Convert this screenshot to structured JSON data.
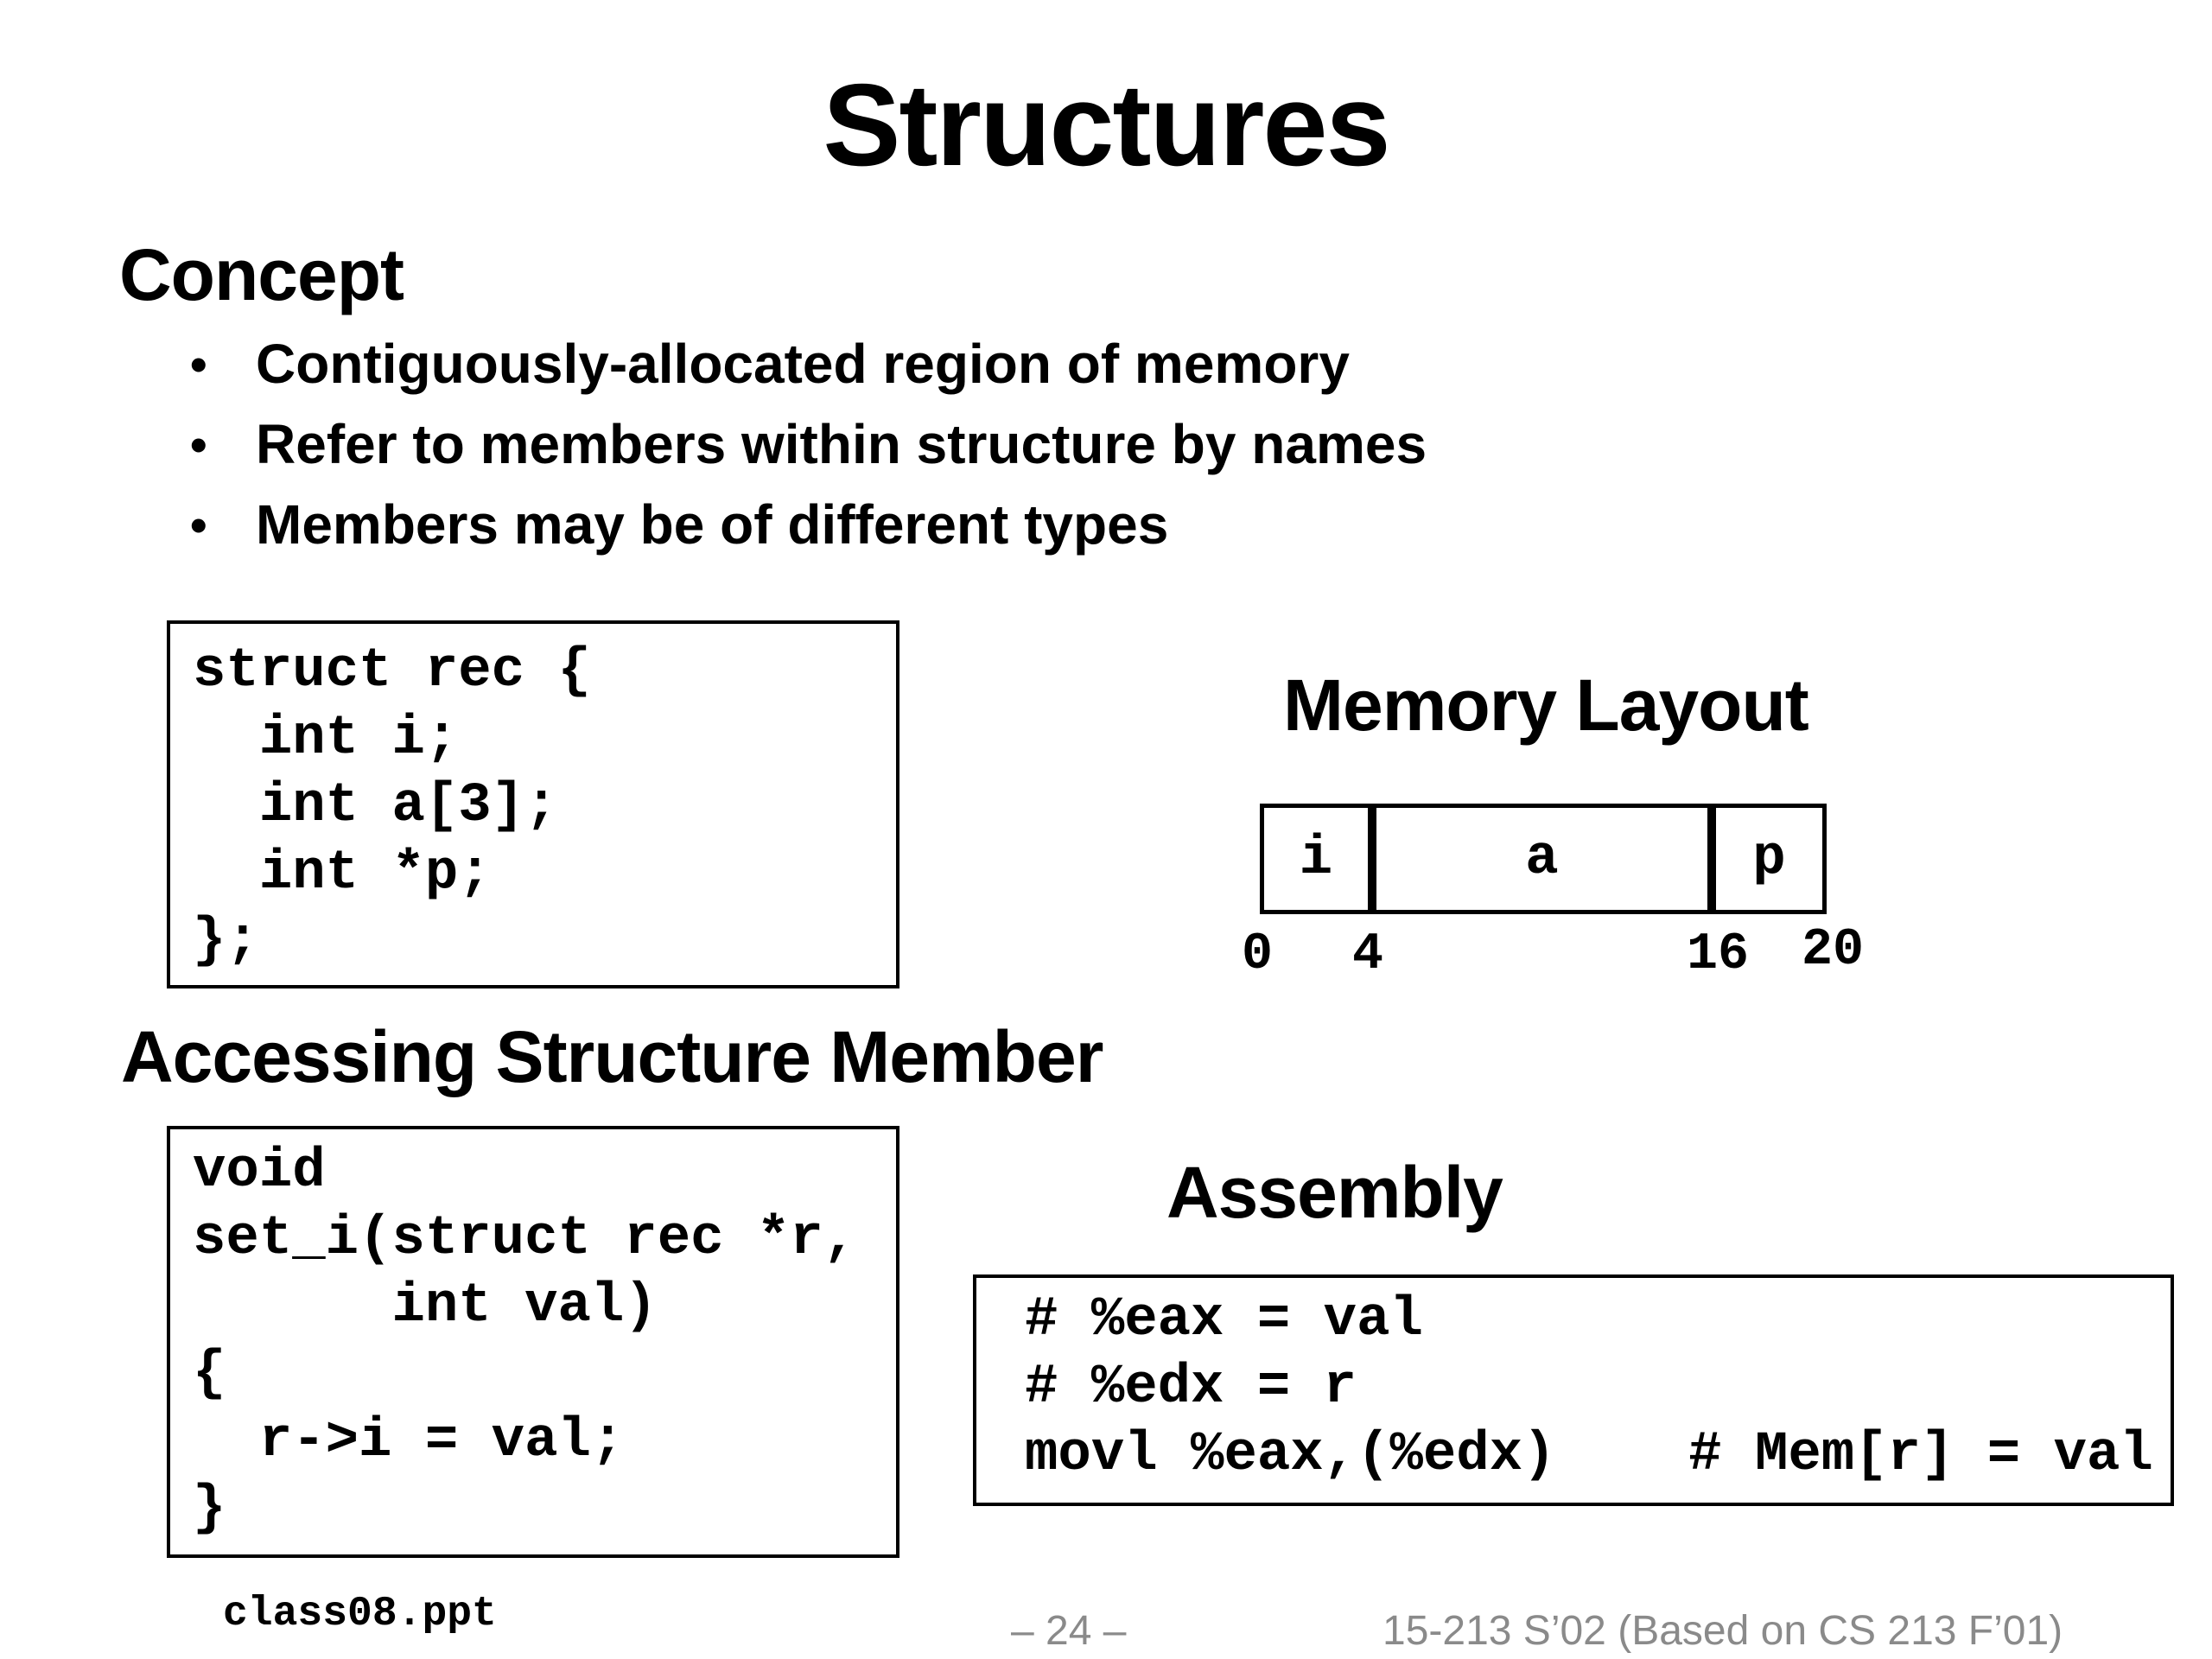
{
  "slide": {
    "title": "Structures",
    "concept": {
      "heading": "Concept",
      "bullets": [
        "Contiguously-allocated region of memory",
        "Refer to members within structure by names",
        "Members may be of different types"
      ]
    },
    "struct_code": "struct rec {\n  int i;\n  int a[3];\n  int *p;\n};",
    "memory_layout": {
      "heading": "Memory Layout",
      "fields": [
        "i",
        "a",
        "p"
      ],
      "offsets": [
        "0",
        "4",
        "16",
        "20"
      ]
    },
    "accessing": {
      "heading": "Accessing Structure Member",
      "code": "void\nset_i(struct rec *r,\n      int val)\n{\n  r->i = val;\n}"
    },
    "assembly": {
      "heading": "Assembly",
      "code": "# %eax = val\n# %edx = r\nmovl %eax,(%edx)    # Mem[r] = val"
    },
    "footer": {
      "file": "class08.ppt",
      "page": "– 24 –",
      "course": "15-213 S’02 (Based on CS 213 F’01)"
    }
  }
}
